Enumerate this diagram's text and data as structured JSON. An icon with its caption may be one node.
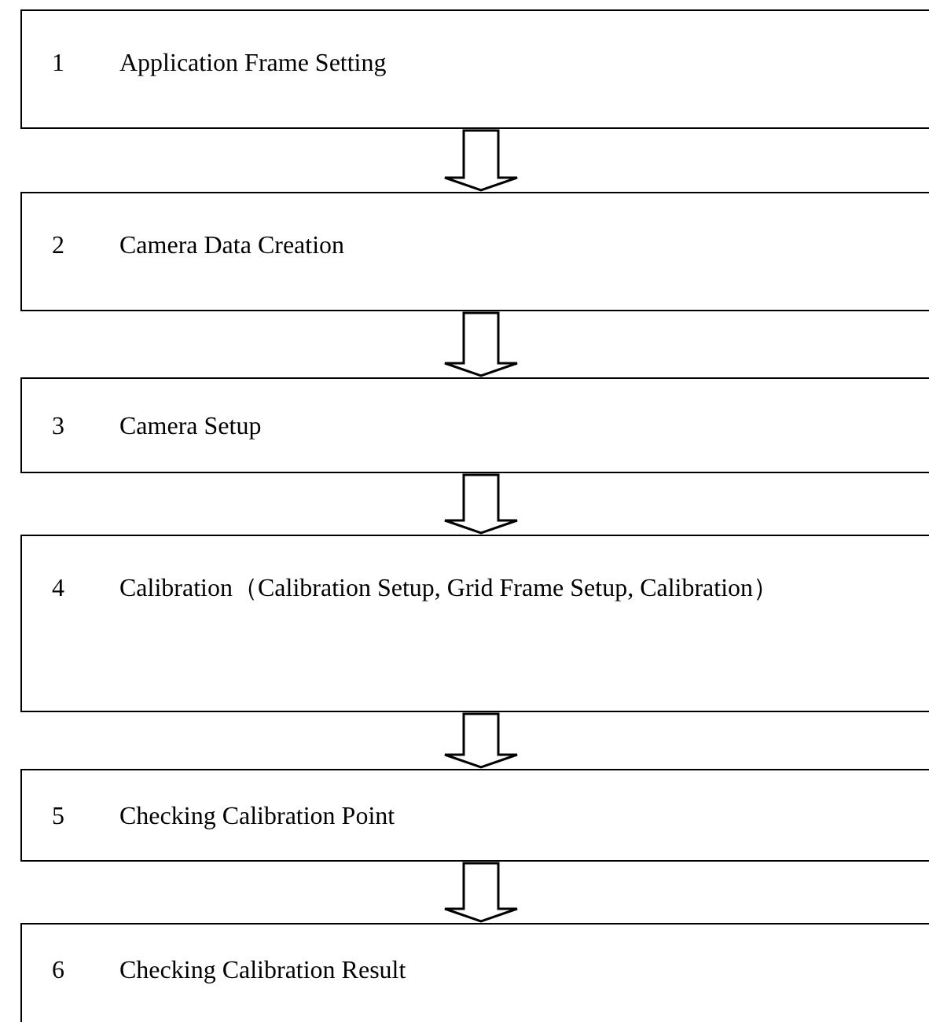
{
  "diagram": {
    "nodes": [
      {
        "text": [
          "1",
          "Application Frame Setting"
        ]
      },
      {
        "text": [
          "2",
          "Camera Data Creation"
        ]
      },
      {
        "text": [
          "3",
          "Camera Setup"
        ]
      },
      {
        "text": [
          "4",
          "Calibration（Calibration Setup, Grid Frame Setup, Calibration）"
        ]
      },
      {
        "text": [
          "5",
          "Checking Calibration Point"
        ]
      },
      {
        "text": [
          "6",
          "Checking Calibration Result"
        ]
      }
    ],
    "edges": [
      {
        "from": 0,
        "to": 1,
        "arrow": "to"
      },
      {
        "from": 1,
        "to": 2,
        "arrow": "to"
      },
      {
        "from": 2,
        "to": 3,
        "arrow": "to"
      },
      {
        "from": 3,
        "to": 4,
        "arrow": "to"
      },
      {
        "from": 4,
        "to": 5,
        "arrow": "to"
      }
    ]
  }
}
